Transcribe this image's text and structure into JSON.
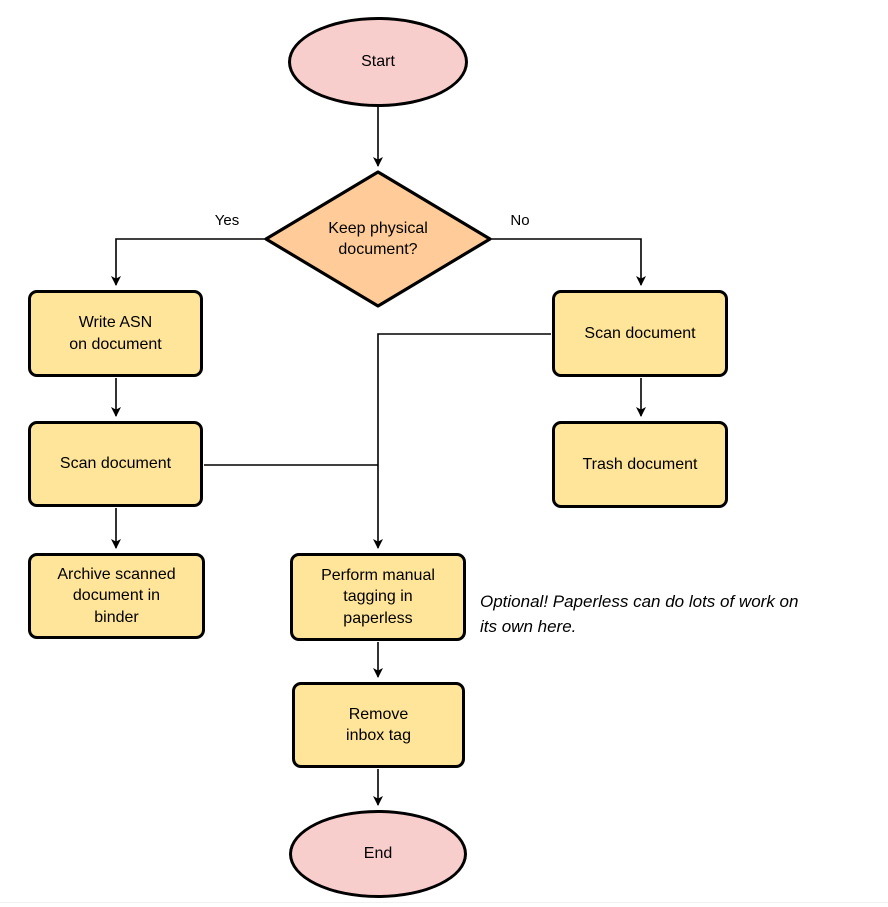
{
  "colors": {
    "background": "#ffffff",
    "stroke": "#000000",
    "terminal-fill": "#f8cecc",
    "decision-fill": "#ffcc99",
    "process-fill": "#ffe599"
  },
  "nodes": {
    "start": "Start",
    "decision": [
      "Keep physical",
      "document?"
    ],
    "write_asn": [
      "Write ASN",
      "on document"
    ],
    "scan_left": "Scan document",
    "archive": [
      "Archive scanned",
      "document in",
      "binder"
    ],
    "scan_right": "Scan document",
    "trash": "Trash document",
    "perform_tagging": [
      "Perform manual",
      "tagging in",
      "paperless"
    ],
    "remove_inbox": [
      "Remove",
      "inbox tag"
    ],
    "end": "End"
  },
  "edge_labels": {
    "yes": "Yes",
    "no": "No"
  },
  "annotation": [
    "Optional! Paperless can do lots of work on",
    "its own here."
  ]
}
